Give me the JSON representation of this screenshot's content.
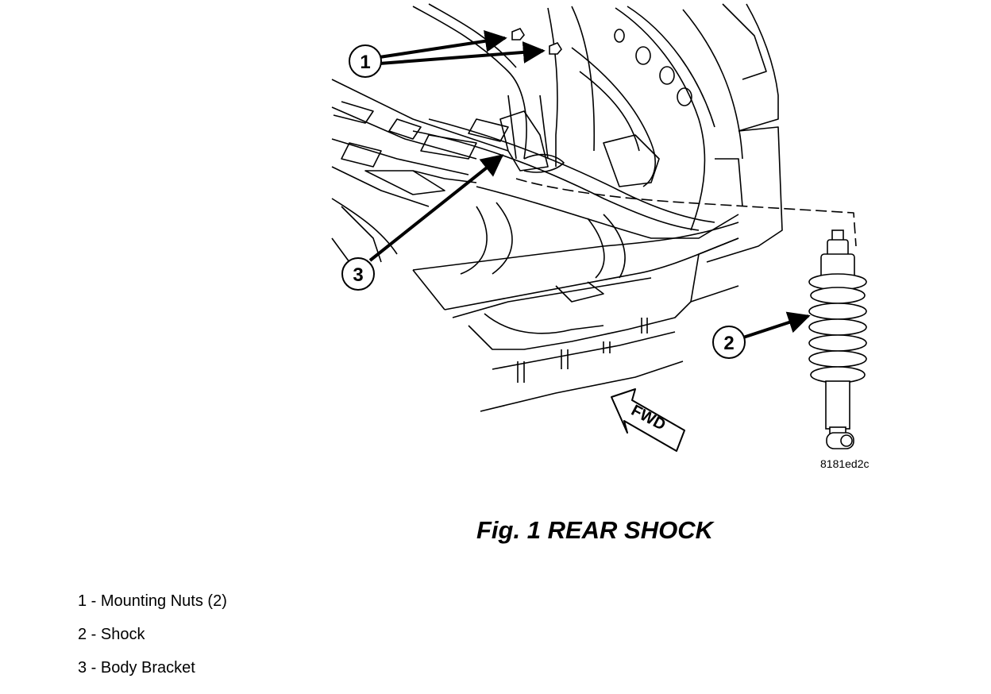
{
  "figure": {
    "caption": "Fig. 1 REAR SHOCK",
    "image_code": "8181ed2c",
    "direction_label": "FWD",
    "callouts": [
      {
        "number": "1"
      },
      {
        "number": "2"
      },
      {
        "number": "3"
      }
    ]
  },
  "legend": {
    "items": [
      {
        "number": "1",
        "text": " - Mounting Nuts (2)"
      },
      {
        "number": "2",
        "text": " - Shock"
      },
      {
        "number": "3",
        "text": " - Body Bracket"
      }
    ]
  }
}
